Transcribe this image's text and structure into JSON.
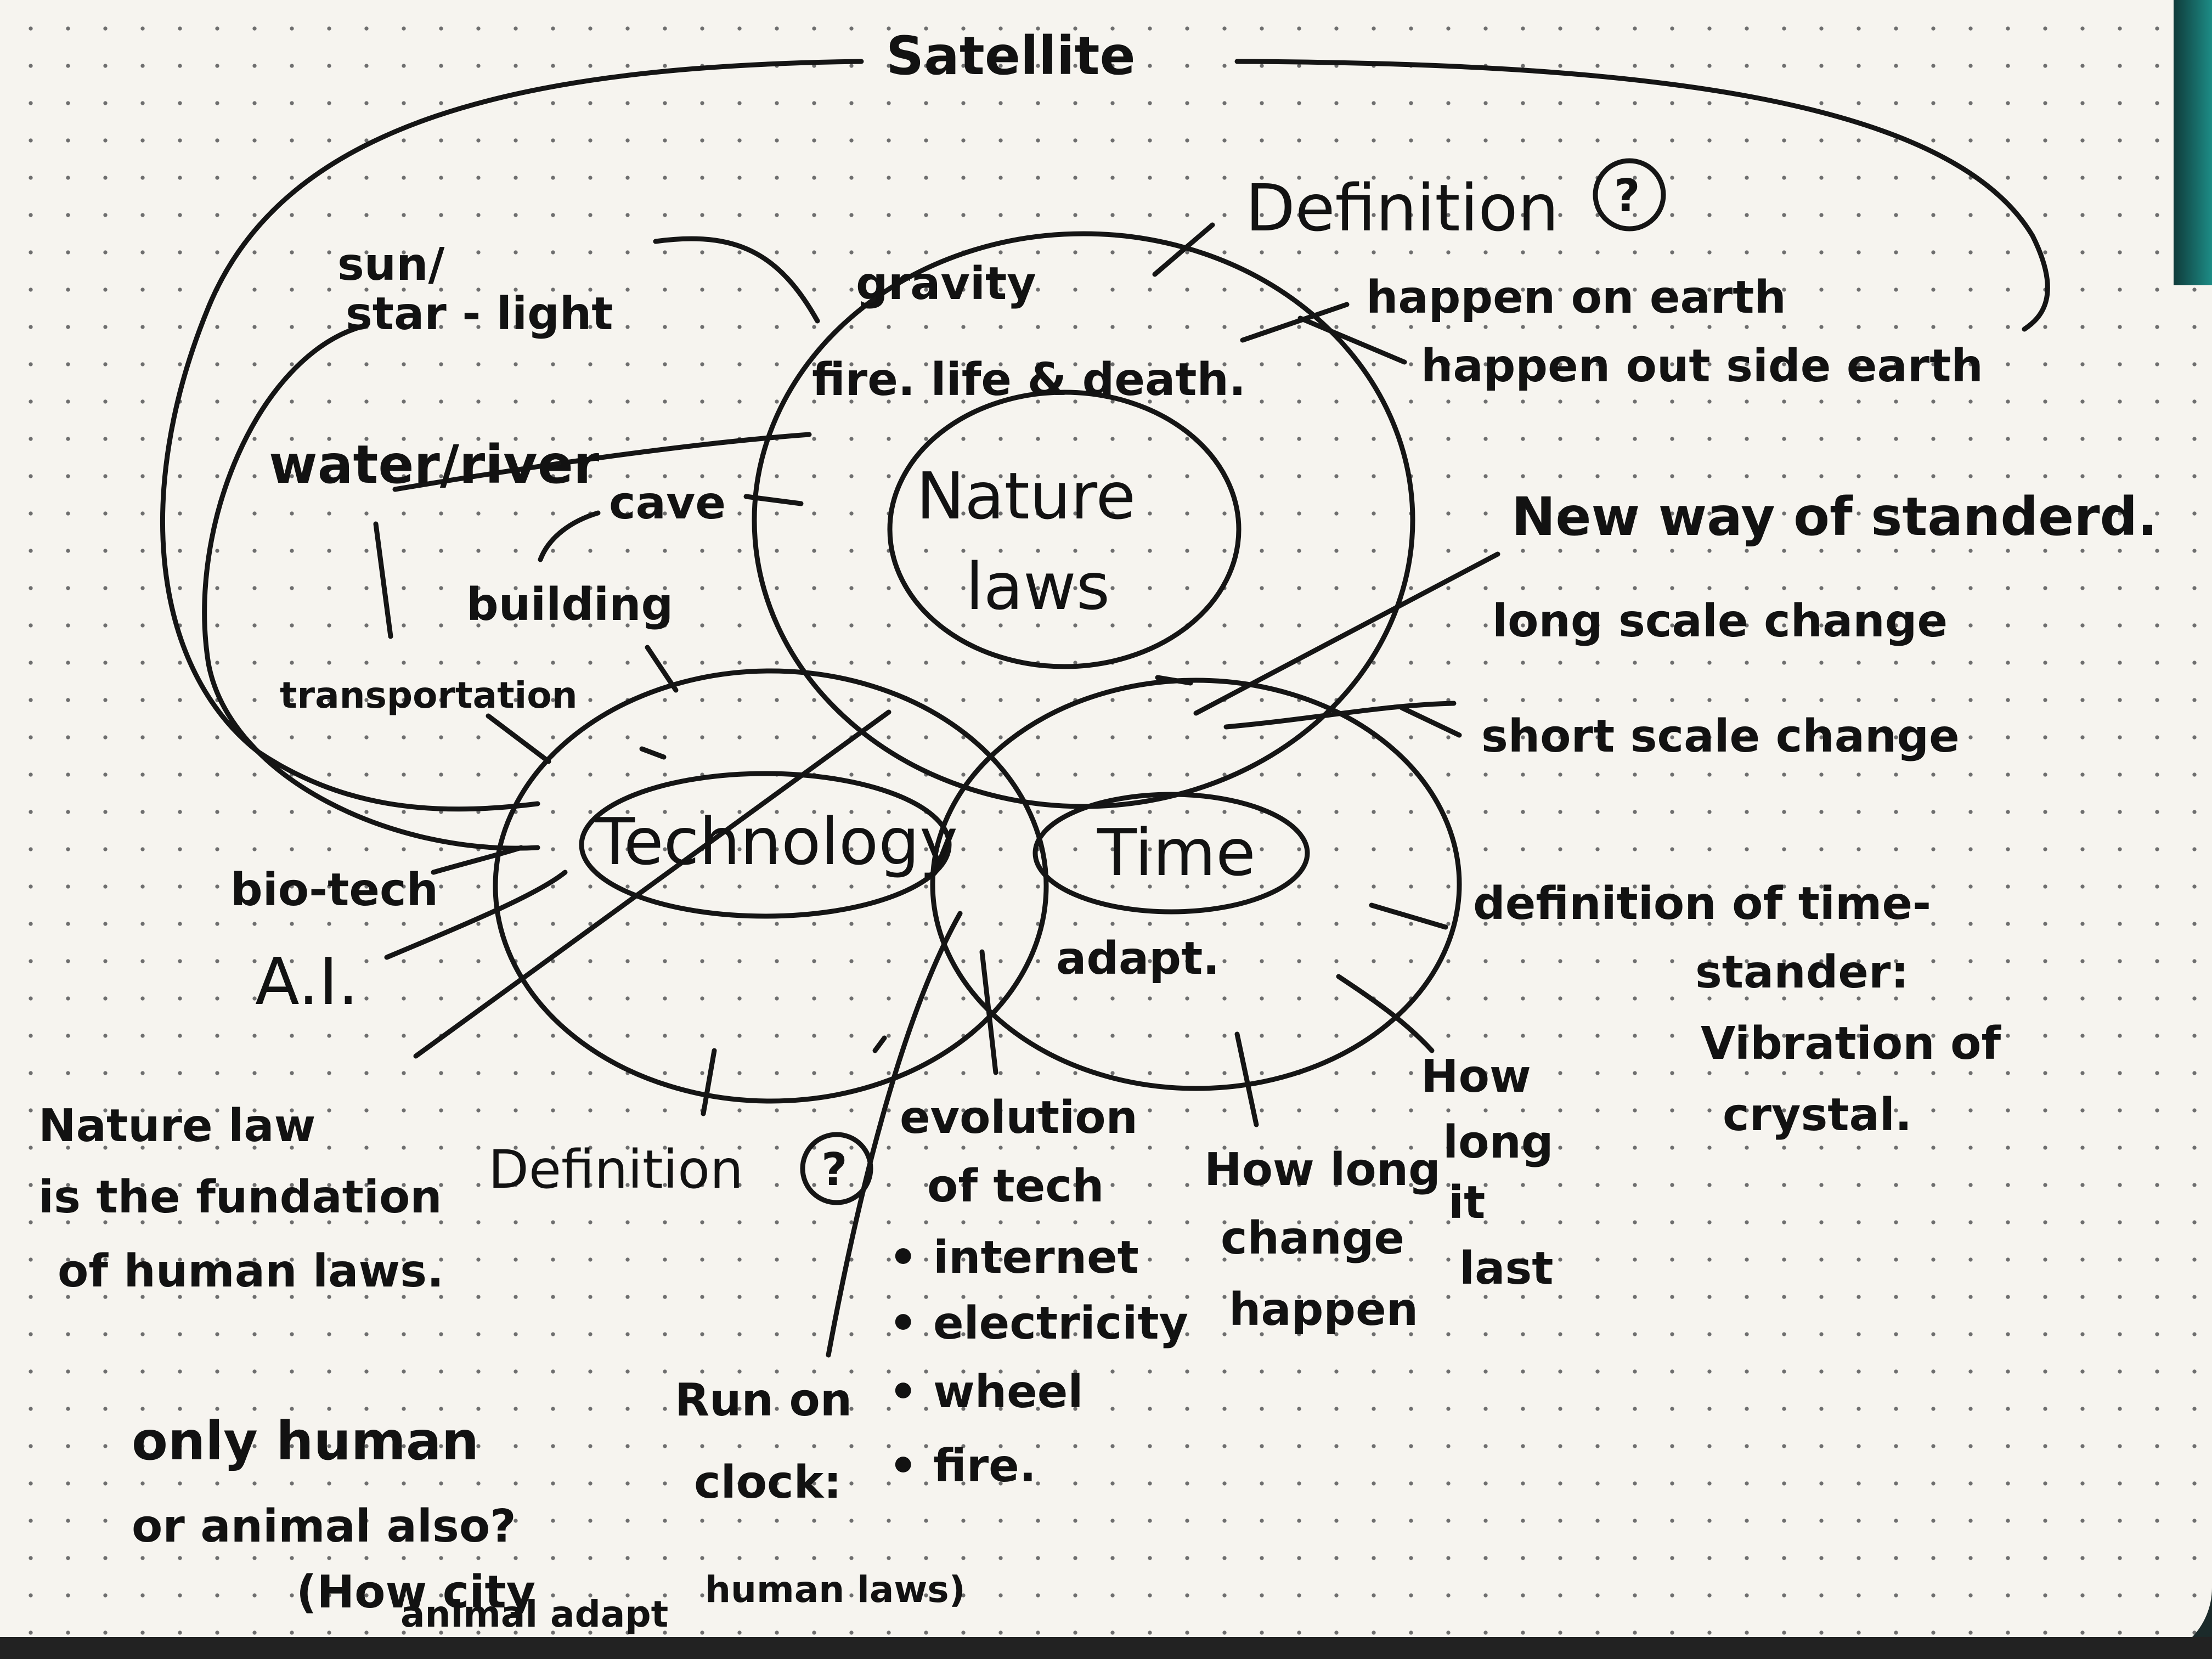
{
  "title": "Satellite",
  "circles": {
    "nature": "Nature",
    "nature_2": "laws",
    "technology": "Technology",
    "time": "Time"
  },
  "nature_items": {
    "gravity": "gravity",
    "fire_life_death": "fire. life & death.",
    "definition": "Definition",
    "q": "?",
    "happen_on_earth": "happen on earth",
    "happen_outside_earth": "happen out side earth"
  },
  "left_items": {
    "sun": "sun/",
    "star_light": "star - light",
    "water_river": "water/river",
    "cave": "cave",
    "building": "building",
    "transportation": "transportation",
    "bio_tech": "bio-tech",
    "ai": "A.I."
  },
  "right_items": {
    "new_way": "New way of standerd.",
    "long_scale": "long scale change",
    "short_scale": "short scale change",
    "definition_time_1": "definition of time-",
    "definition_time_2": "stander:",
    "definition_time_3": "Vibration of",
    "definition_time_4": "crystal.",
    "adapt": "adapt."
  },
  "bottom_items": {
    "nature_law_1": "Nature law",
    "nature_law_2": "is the fundation",
    "nature_law_3": "of human laws.",
    "definition": "Definition",
    "q": "?",
    "evolution_1": "evolution",
    "evolution_2": "of tech",
    "bullet_1": "• internet",
    "bullet_2": "• electricity",
    "bullet_3": "• wheel",
    "bullet_4": "• fire.",
    "how_long_1": "How long",
    "how_long_2": "change",
    "how_long_3": "happen",
    "last_1": "How",
    "last_2": "long",
    "last_3": "it",
    "last_4": "last",
    "only_human": "only human",
    "or_animal": "or animal also?",
    "how_city": "(How city",
    "animal_adapt": "animal adapt",
    "run_on": "Run on",
    "clock": "clock:",
    "human_laws": "human laws)"
  }
}
